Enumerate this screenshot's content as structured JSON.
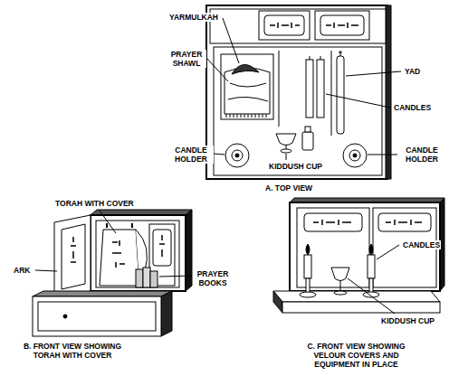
{
  "diagram": {
    "labels": [
      "YARMULKAH",
      "PRAYER SHAWL",
      "YAD",
      "CANDLES",
      "CANDLE HOLDER",
      "CANDLE HOLDER",
      "KIDDUSH CUP",
      "A. TOP VIEW",
      "TORAH WITH COVER",
      "ARK",
      "PRAYER BOOKS",
      "B. FRONT VIEW SHOWING TORAH WITH COVER",
      "CANDLES",
      "KIDDUSH CUP",
      "C. FRONT VIEW SHOWING VELOUR COVERS AND EQUIPMENT IN PLACE"
    ]
  }
}
